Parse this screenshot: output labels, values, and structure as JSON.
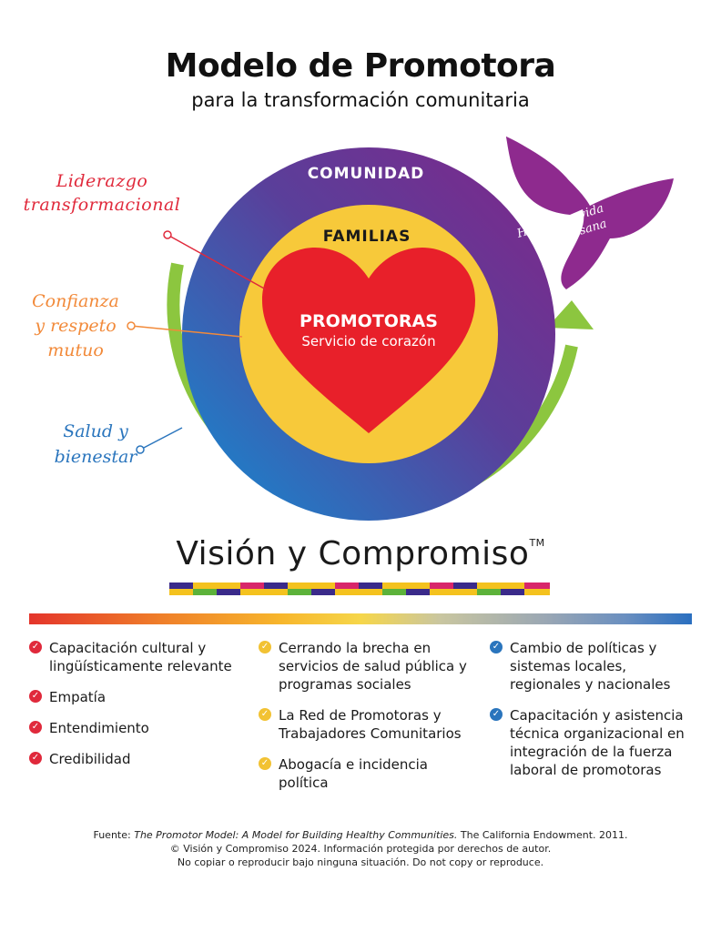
{
  "header": {
    "title": "Modelo de Promotora",
    "subtitle": "para la transformación comunitaria"
  },
  "diagram": {
    "outer_ring_label": "COMUNIDAD",
    "middle_ring_label": "FAMILIAS",
    "heart_title": "PROMOTORAS",
    "heart_subtitle": "Servicio de corazón",
    "butterfly_text_line1": "Hacia una vida",
    "butterfly_text_line2": "digna y sana",
    "side_labels": {
      "leadership_line1": "Liderazgo",
      "leadership_line2": "transformacional",
      "trust_line1": "Confianza",
      "trust_line2": "y respeto",
      "trust_line3": "mutuo",
      "health_line1": "Salud y",
      "health_line2": "bienestar"
    },
    "colors": {
      "outer_purple": "#7b2d8e",
      "outer_blue": "#2a6fc0",
      "middle_yellow": "#f7c93a",
      "heart_red": "#e8202a",
      "arrow_green": "#8cc63f",
      "leadership_red": "#e0293b",
      "trust_orange": "#f28a3a",
      "health_blue": "#2a75bd",
      "butterfly_purple": "#8e2a8e"
    }
  },
  "brand": {
    "wordmark": "Visión y Compromiso",
    "trademark": "TM"
  },
  "columns": {
    "left": [
      "Capacitación cultural y lingüísticamente relevante",
      "Empatía",
      "Entendimiento",
      "Credibilidad"
    ],
    "middle": [
      "Cerrando la brecha en servicios de salud pública y programas sociales",
      "La Red de Promotoras y Trabajadores Comunitarios",
      "Abogacía e incidencia política"
    ],
    "right": [
      "Cambio de políticas y sistemas locales, regionales y nacionales",
      "Capacitación y asistencia técnica organizacional en integración de la fuerza laboral de promotoras"
    ]
  },
  "footer": {
    "source_prefix": "Fuente: ",
    "source_title": "The Promotor Model: A Model for Building Healthy Communities.",
    "source_suffix": " The California Endowment. 2011.",
    "copyright": "© Visión y Compromiso 2024. Información protegida por derechos de autor.",
    "notice": "No copiar o reproducir bajo ninguna situación. Do not copy or reproduce."
  }
}
